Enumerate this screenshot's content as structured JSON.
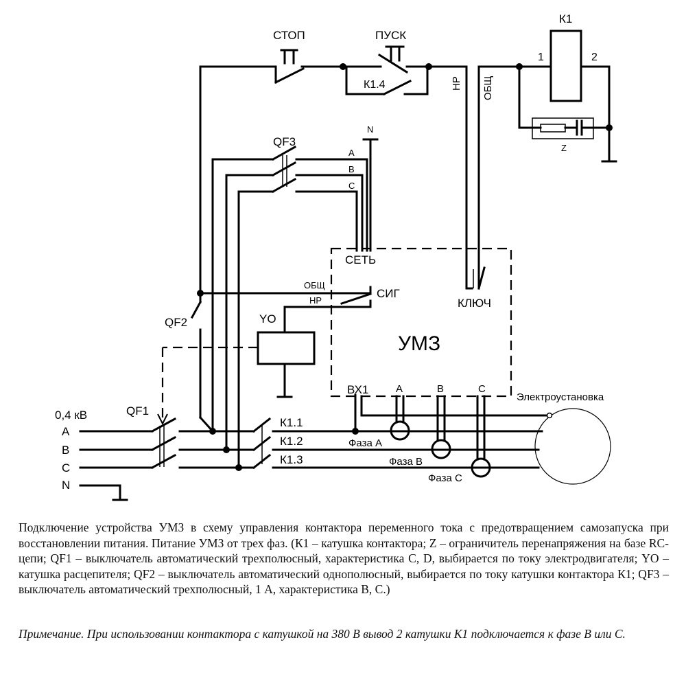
{
  "diagram": {
    "labels": {
      "stop": "СТОП",
      "start": "ПУСК",
      "k1_4": "К1.4",
      "k1_coil": "К1",
      "pin1": "1",
      "pin2": "2",
      "z": "Z",
      "n_top": "N",
      "qf3": "QF3",
      "qf3_a": "A",
      "qf3_b": "B",
      "qf3_c": "C",
      "np_vertical": "НР",
      "obsh_vertical": "ОБЩ",
      "set": "СЕТЬ",
      "obsh_sig": "ОБЩ",
      "np_sig": "НР",
      "sig": "СИГ",
      "key": "КЛЮЧ",
      "yo": "YO",
      "umz": "УМЗ",
      "qf2": "QF2",
      "vx1": "ВХ1",
      "ct_a": "A",
      "ct_b": "B",
      "ct_c": "C",
      "installation": "Электроустановка",
      "voltage": "0,4 кВ",
      "qf1": "QF1",
      "line_a": "A",
      "line_b": "B",
      "line_c": "C",
      "line_n": "N",
      "k1_1": "К1.1",
      "k1_2": "К1.2",
      "k1_3": "К1.3",
      "phase_a": "Фаза А",
      "phase_b": "Фаза В",
      "phase_c": "Фаза С"
    }
  },
  "caption": "Подключение устройства УМЗ в схему управления контактора переменного тока с предотвращением самозапуска при восстановлении питания. Питание УМЗ от трех фаз. (К1 – катушка контактора; Z – ограничитель перенапряжения на базе RC-цепи; QF1 – выключатель автоматический трехполюсный, характеристика C, D, выбирается по току электродвигателя; YO – катушка расцепителя; QF2 – выключатель автоматический однополюсный, выбирается по току катушки контактора К1; QF3 – выключатель автоматический трехполюсный, 1 А, характеристика B, C.)",
  "note": "Примечание. При использовании контактора с катушкой на 380 В вывод 2 катушки К1 подключается к фазе B или C."
}
